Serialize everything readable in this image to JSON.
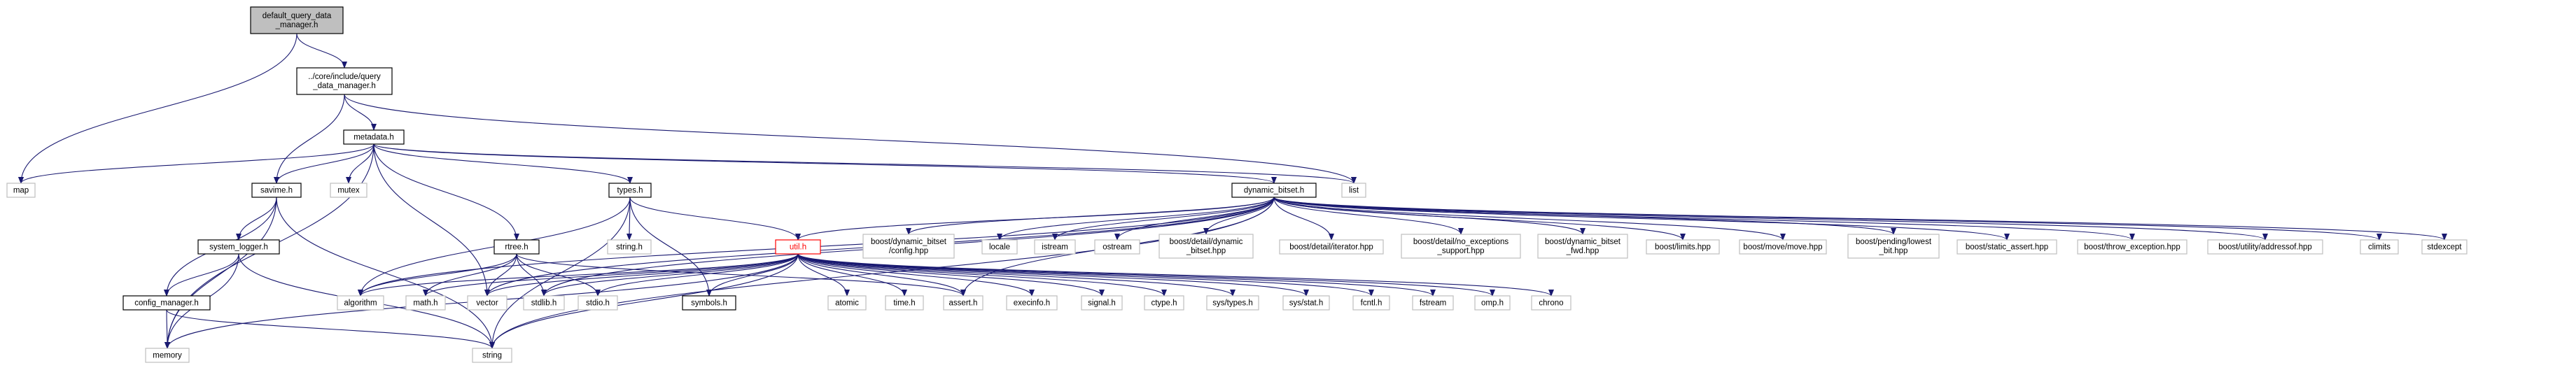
{
  "colors": {
    "edge": "#191970",
    "root_fill": "#bfbfbf",
    "node_fill": "#ffffff",
    "node_border": "#000000",
    "ext_border": "#bfbfbf",
    "red_text": "#ff0000"
  },
  "graph": {
    "nodes": [
      {
        "id": "root",
        "lines": [
          "default_query_data",
          "_manager.h"
        ],
        "style": "root"
      },
      {
        "id": "qdm",
        "lines": [
          "../core/include/query",
          "_data_manager.h"
        ],
        "style": "file"
      },
      {
        "id": "metadata",
        "lines": [
          "metadata.h"
        ],
        "style": "file"
      },
      {
        "id": "map",
        "lines": [
          "map"
        ],
        "style": "ext"
      },
      {
        "id": "savime",
        "lines": [
          "savime.h"
        ],
        "style": "file"
      },
      {
        "id": "mutex",
        "lines": [
          "mutex"
        ],
        "style": "ext"
      },
      {
        "id": "types",
        "lines": [
          "types.h"
        ],
        "style": "file"
      },
      {
        "id": "dynbitset",
        "lines": [
          "dynamic_bitset.h"
        ],
        "style": "file"
      },
      {
        "id": "list",
        "lines": [
          "list"
        ],
        "style": "ext"
      },
      {
        "id": "syslogger",
        "lines": [
          "system_logger.h"
        ],
        "style": "file"
      },
      {
        "id": "rtree",
        "lines": [
          "rtree.h"
        ],
        "style": "file"
      },
      {
        "id": "stringh",
        "lines": [
          "string.h"
        ],
        "style": "ext"
      },
      {
        "id": "util",
        "lines": [
          "util.h"
        ],
        "style": "red"
      },
      {
        "id": "configmgr",
        "lines": [
          "config_manager.h"
        ],
        "style": "file"
      },
      {
        "id": "memory",
        "lines": [
          "memory"
        ],
        "style": "ext"
      },
      {
        "id": "string",
        "lines": [
          "string"
        ],
        "style": "ext"
      },
      {
        "id": "algorithm",
        "lines": [
          "algorithm"
        ],
        "style": "ext"
      },
      {
        "id": "mathh",
        "lines": [
          "math.h"
        ],
        "style": "ext"
      },
      {
        "id": "vector",
        "lines": [
          "vector"
        ],
        "style": "ext"
      },
      {
        "id": "stdlib",
        "lines": [
          "stdlib.h"
        ],
        "style": "ext"
      },
      {
        "id": "stdio",
        "lines": [
          "stdio.h"
        ],
        "style": "ext"
      },
      {
        "id": "symbols",
        "lines": [
          "symbols.h"
        ],
        "style": "file"
      },
      {
        "id": "atomic",
        "lines": [
          "atomic"
        ],
        "style": "ext"
      },
      {
        "id": "timeh",
        "lines": [
          "time.h"
        ],
        "style": "ext"
      },
      {
        "id": "asserth",
        "lines": [
          "assert.h"
        ],
        "style": "ext"
      },
      {
        "id": "execinfo",
        "lines": [
          "execinfo.h"
        ],
        "style": "ext"
      },
      {
        "id": "signal",
        "lines": [
          "signal.h"
        ],
        "style": "ext"
      },
      {
        "id": "ctype",
        "lines": [
          "ctype.h"
        ],
        "style": "ext"
      },
      {
        "id": "systypes",
        "lines": [
          "sys/types.h"
        ],
        "style": "ext"
      },
      {
        "id": "sysstat",
        "lines": [
          "sys/stat.h"
        ],
        "style": "ext"
      },
      {
        "id": "fcntl",
        "lines": [
          "fcntl.h"
        ],
        "style": "ext"
      },
      {
        "id": "fstream",
        "lines": [
          "fstream"
        ],
        "style": "ext"
      },
      {
        "id": "omp",
        "lines": [
          "omp.h"
        ],
        "style": "ext"
      },
      {
        "id": "chrono",
        "lines": [
          "chrono"
        ],
        "style": "ext"
      },
      {
        "id": "bconfig",
        "lines": [
          "boost/dynamic_bitset",
          "/config.hpp"
        ],
        "style": "ext"
      },
      {
        "id": "locale",
        "lines": [
          "locale"
        ],
        "style": "ext"
      },
      {
        "id": "istream",
        "lines": [
          "istream"
        ],
        "style": "ext"
      },
      {
        "id": "ostream",
        "lines": [
          "ostream"
        ],
        "style": "ext"
      },
      {
        "id": "bdetaildyn",
        "lines": [
          "boost/detail/dynamic",
          "_bitset.hpp"
        ],
        "style": "ext"
      },
      {
        "id": "biterator",
        "lines": [
          "boost/detail/iterator.hpp"
        ],
        "style": "ext"
      },
      {
        "id": "bnoexc",
        "lines": [
          "boost/detail/no_exceptions",
          "_support.hpp"
        ],
        "style": "ext"
      },
      {
        "id": "bfwd",
        "lines": [
          "boost/dynamic_bitset",
          "_fwd.hpp"
        ],
        "style": "ext"
      },
      {
        "id": "blimits",
        "lines": [
          "boost/limits.hpp"
        ],
        "style": "ext"
      },
      {
        "id": "bmove",
        "lines": [
          "boost/move/move.hpp"
        ],
        "style": "ext"
      },
      {
        "id": "blowest",
        "lines": [
          "boost/pending/lowest",
          "_bit.hpp"
        ],
        "style": "ext"
      },
      {
        "id": "bstatic",
        "lines": [
          "boost/static_assert.hpp"
        ],
        "style": "ext"
      },
      {
        "id": "bthrow",
        "lines": [
          "boost/throw_exception.hpp"
        ],
        "style": "ext"
      },
      {
        "id": "baddressof",
        "lines": [
          "boost/utility/addressof.hpp"
        ],
        "style": "ext"
      },
      {
        "id": "climits",
        "lines": [
          "climits"
        ],
        "style": "ext"
      },
      {
        "id": "stdexcept",
        "lines": [
          "stdexcept"
        ],
        "style": "ext"
      }
    ]
  }
}
